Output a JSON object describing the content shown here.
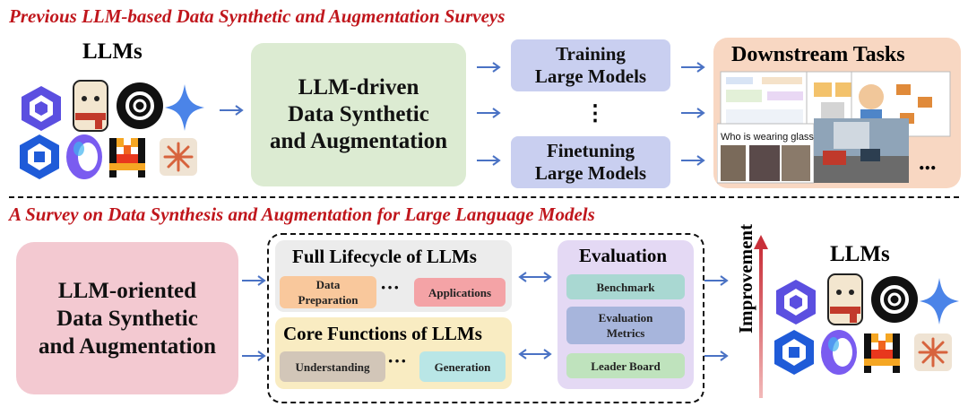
{
  "top": {
    "title": "Previous LLM-based Data Synthetic and  Augmentation Surveys",
    "llms_label": "LLMs",
    "center_box": [
      "LLM-driven",
      "Data Synthetic",
      "and Augmentation"
    ],
    "training_box": [
      "Training",
      "Large Models"
    ],
    "vdots": "⋮",
    "finetuning_box": [
      "Finetuning",
      "Large Models"
    ],
    "downstream_title": "Downstream Tasks",
    "downstream_ellipsis": "...",
    "downstream_caption": "Who is wearing glass"
  },
  "bottom": {
    "title": "A Survey on Data Synthesis and Augmentation for Large Language Models",
    "left_box": [
      "LLM-oriented",
      "Data Synthetic",
      "and Augmentation"
    ],
    "lifecycle_title": "Full Lifecycle of LLMs",
    "data_prep": [
      "Data",
      "Preparation"
    ],
    "lifecycle_dots": "···",
    "applications": "Applications",
    "core_title": "Core Functions of LLMs",
    "understanding": "Understanding",
    "core_dots": "···",
    "generation": "Generation",
    "evaluation_title": "Evaluation",
    "benchmark": "Benchmark",
    "eval_metrics": [
      "Evaluation",
      "Metrics"
    ],
    "leader_board": "Leader Board",
    "improvement": "Improvement",
    "llms_label": "LLMs"
  },
  "colors": {
    "title_red": "#c0161c",
    "green_box": "#dcebd2",
    "blue_box": "#c9cff0",
    "downstream_bg": "#f8d7c2",
    "pink_box": "#f3c9d1",
    "lifecycle_bg": "#ececec",
    "core_bg": "#f9ecc2",
    "evaluation_bg": "#e4d9f4",
    "arrow_blue": "#4a72c4"
  }
}
